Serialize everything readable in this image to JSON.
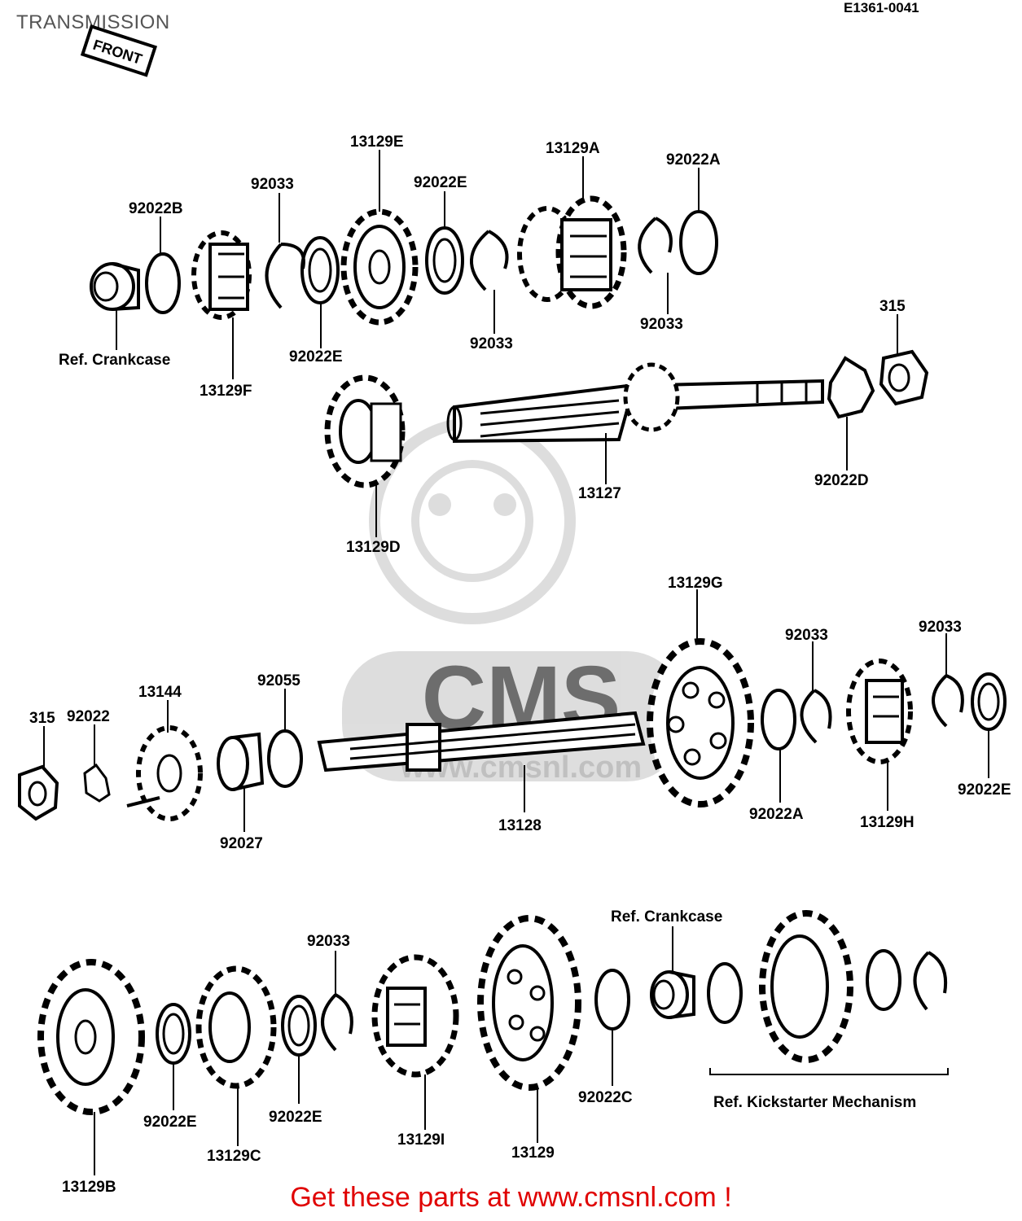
{
  "header": {
    "title": "TRANSMISSION",
    "ref_code": "E1361-0041",
    "front_marker": "FRONT"
  },
  "watermark": {
    "brand": "CMS",
    "url": "www.cmsnl.com"
  },
  "footer": {
    "link_text": "Get these parts at www.cmsnl.com !",
    "link_color": "#e00000"
  },
  "references": {
    "crankcase_top": "Ref. Crankcase",
    "crankcase_bottom": "Ref. Crankcase",
    "kickstarter": "Ref. Kickstarter Mechanism"
  },
  "parts": {
    "top_row": [
      "92022B",
      "13129F",
      "92033",
      "92022E",
      "13129E",
      "92022E",
      "92033",
      "13129A",
      "92033",
      "92022A"
    ],
    "output_shaft": [
      "13129D",
      "13127",
      "92022D",
      "315"
    ],
    "drive_shaft": [
      "315",
      "92022",
      "13144",
      "92027",
      "92055",
      "13128",
      "13129G",
      "92022A",
      "92033",
      "13129H",
      "92033",
      "92022E"
    ],
    "bottom_row": [
      "13129B",
      "92022E",
      "13129C",
      "92022E",
      "92033",
      "13129I",
      "13129",
      "92022C"
    ]
  }
}
